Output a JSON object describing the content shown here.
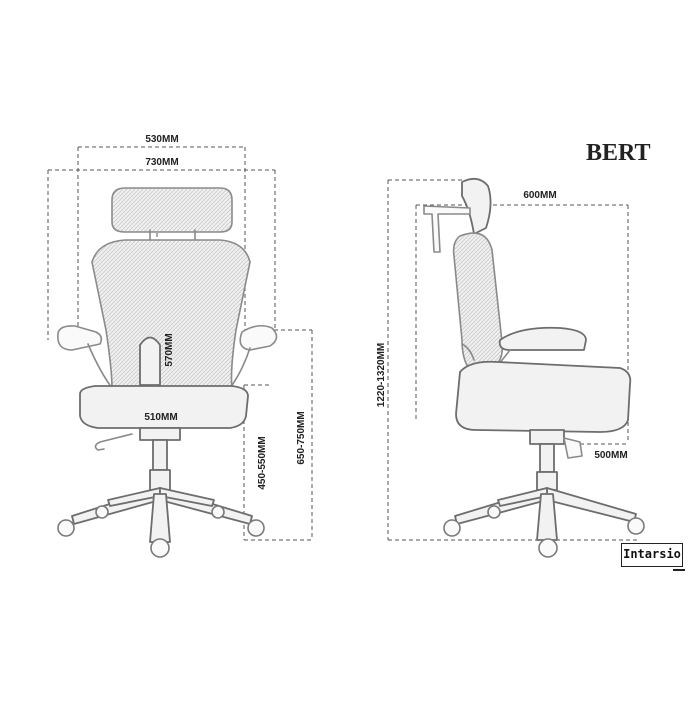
{
  "title": "BERT",
  "brand": "Intarsio",
  "dimensions": {
    "top_530": "530MM",
    "top_730": "730MM",
    "back_570": "570MM",
    "seat_510": "510MM",
    "seat_height": "450-550MM",
    "arm_height": "650-750MM",
    "depth_600": "600MM",
    "total_height": "1220-1320MM",
    "base_500": "500MM"
  }
}
